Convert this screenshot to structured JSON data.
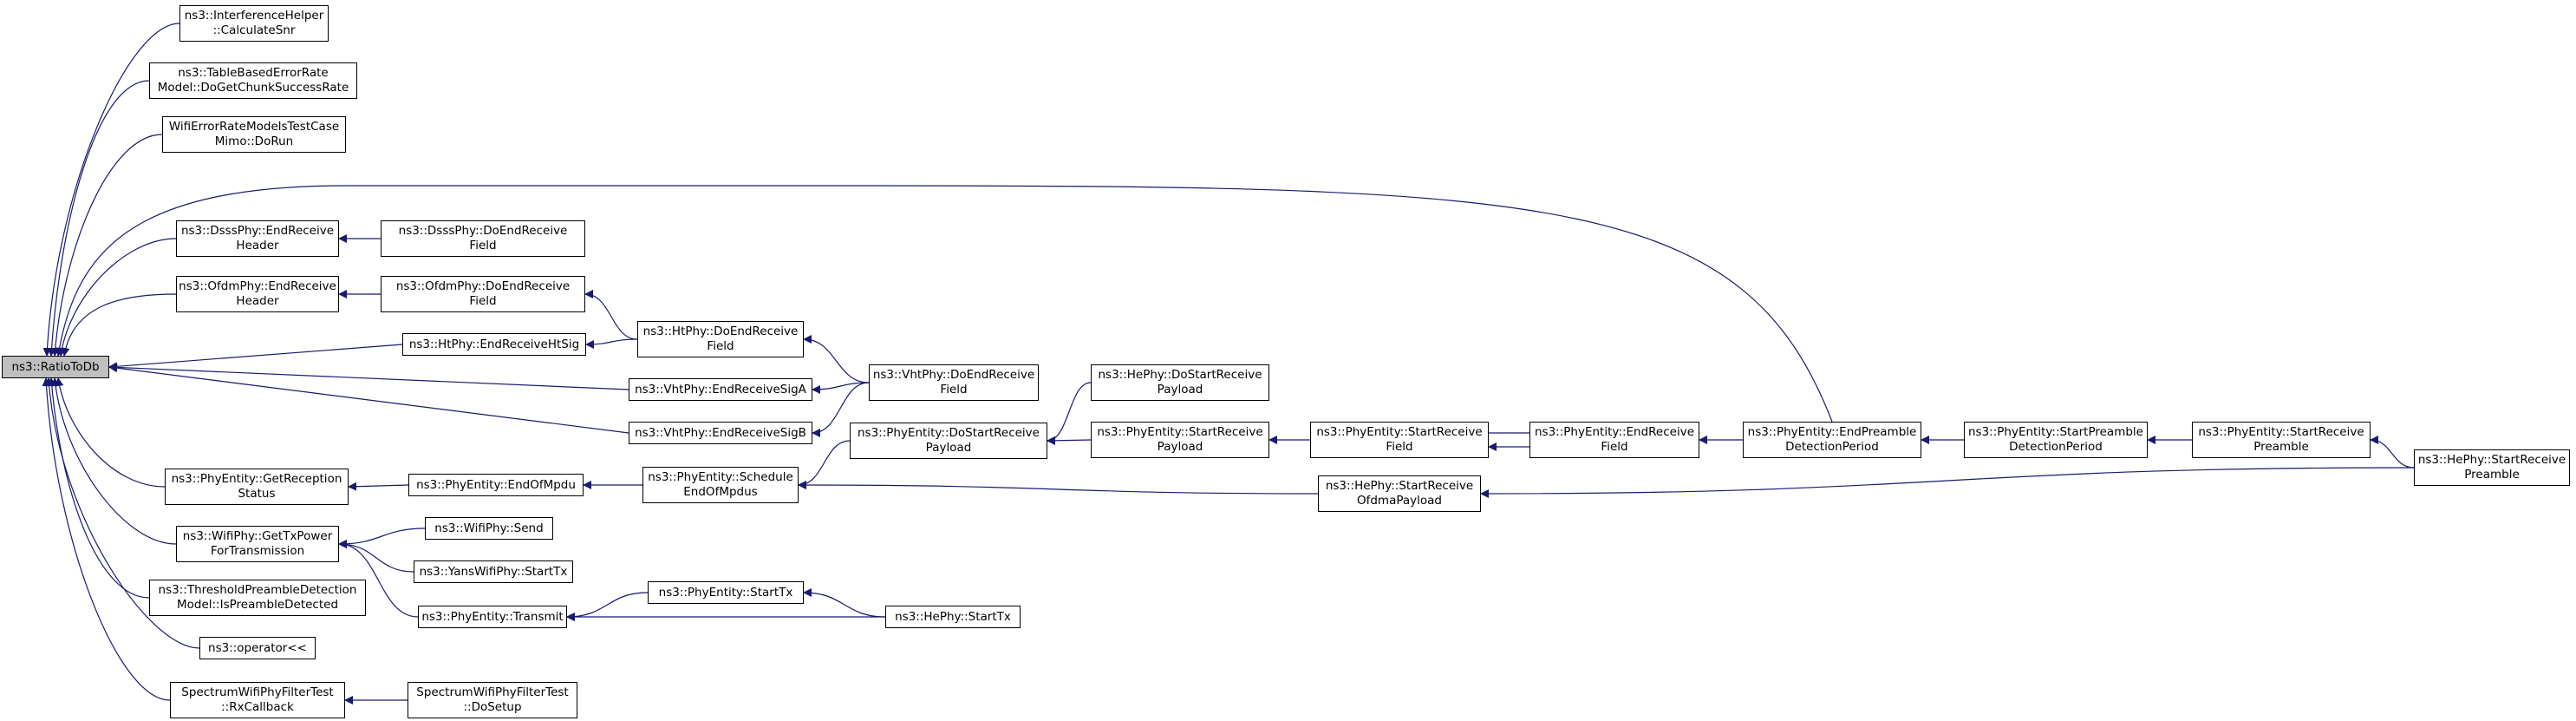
{
  "diagram": {
    "title": "",
    "colors": {
      "edge": "#191970",
      "node_border": "#000000",
      "node_fill": "#ffffff",
      "root_fill": "#bfbfbf"
    },
    "nodes": [
      {
        "id": "ratiotodb",
        "label": "ns3::RatioToDb",
        "root": true
      },
      {
        "id": "calcsnr",
        "label": "ns3::InterferenceHelper\n::CalculateSnr"
      },
      {
        "id": "tablebased",
        "label": "ns3::TableBasedErrorRate\nModel::DoGetChunkSuccessRate"
      },
      {
        "id": "wifitest",
        "label": "WifiErrorRateModelsTestCase\nMimo::DoRun"
      },
      {
        "id": "dsssend",
        "label": "ns3::DsssPhy::EndReceive\nHeader"
      },
      {
        "id": "dsssdoend",
        "label": "ns3::DsssPhy::DoEndReceive\nField"
      },
      {
        "id": "ofdmend",
        "label": "ns3::OfdmPhy::EndReceive\nHeader"
      },
      {
        "id": "ofdmdoend",
        "label": "ns3::OfdmPhy::DoEndReceive\nField"
      },
      {
        "id": "htsig",
        "label": "ns3::HtPhy::EndReceiveHtSig"
      },
      {
        "id": "htdoend",
        "label": "ns3::HtPhy::DoEndReceive\nField"
      },
      {
        "id": "vhtsiga",
        "label": "ns3::VhtPhy::EndReceiveSigA"
      },
      {
        "id": "vhtsigb",
        "label": "ns3::VhtPhy::EndReceiveSigB"
      },
      {
        "id": "vhtdoend",
        "label": "ns3::VhtPhy::DoEndReceive\nField"
      },
      {
        "id": "getreception",
        "label": "ns3::PhyEntity::GetReception\nStatus"
      },
      {
        "id": "endofmpdu",
        "label": "ns3::PhyEntity::EndOfMpdu"
      },
      {
        "id": "schedule",
        "label": "ns3::PhyEntity::Schedule\nEndOfMpdus"
      },
      {
        "id": "dostartpayload",
        "label": "ns3::PhyEntity::DoStartReceive\nPayload"
      },
      {
        "id": "hedostart",
        "label": "ns3::HePhy::DoStartReceive\nPayload"
      },
      {
        "id": "startpayload",
        "label": "ns3::PhyEntity::StartReceive\nPayload"
      },
      {
        "id": "startfield",
        "label": "ns3::PhyEntity::StartReceive\nField"
      },
      {
        "id": "endfield",
        "label": "ns3::PhyEntity::EndReceive\nField"
      },
      {
        "id": "endpreamble",
        "label": "ns3::PhyEntity::EndPreamble\nDetectionPeriod"
      },
      {
        "id": "startpreambledet",
        "label": "ns3::PhyEntity::StartPreamble\nDetectionPeriod"
      },
      {
        "id": "startpreamble",
        "label": "ns3::PhyEntity::StartReceive\nPreamble"
      },
      {
        "id": "hestartpreamble",
        "label": "ns3::HePhy::StartReceive\nPreamble"
      },
      {
        "id": "heofdma",
        "label": "ns3::HePhy::StartReceive\nOfdmaPayload"
      },
      {
        "id": "gettxpower",
        "label": "ns3::WifiPhy::GetTxPower\nForTransmission"
      },
      {
        "id": "wifisend",
        "label": "ns3::WifiPhy::Send"
      },
      {
        "id": "yansstart",
        "label": "ns3::YansWifiPhy::StartTx"
      },
      {
        "id": "threshold",
        "label": "ns3::ThresholdPreambleDetection\nModel::IsPreambleDetected"
      },
      {
        "id": "transmit",
        "label": "ns3::PhyEntity::Transmit"
      },
      {
        "id": "phystarttx",
        "label": "ns3::PhyEntity::StartTx"
      },
      {
        "id": "hestarttx",
        "label": "ns3::HePhy::StartTx"
      },
      {
        "id": "operator",
        "label": "ns3::operator<<"
      },
      {
        "id": "rxcallback",
        "label": "SpectrumWifiPhyFilterTest\n::RxCallback"
      },
      {
        "id": "dosetup",
        "label": "SpectrumWifiPhyFilterTest\n::DoSetup"
      }
    ],
    "edges": [
      {
        "from": "calcsnr",
        "to": "ratiotodb"
      },
      {
        "from": "tablebased",
        "to": "ratiotodb"
      },
      {
        "from": "wifitest",
        "to": "ratiotodb"
      },
      {
        "from": "endpreamble",
        "to": "ratiotodb"
      },
      {
        "from": "dsssend",
        "to": "ratiotodb"
      },
      {
        "from": "ofdmend",
        "to": "ratiotodb"
      },
      {
        "from": "htsig",
        "to": "ratiotodb"
      },
      {
        "from": "vhtsiga",
        "to": "ratiotodb"
      },
      {
        "from": "vhtsigb",
        "to": "ratiotodb"
      },
      {
        "from": "getreception",
        "to": "ratiotodb"
      },
      {
        "from": "gettxpower",
        "to": "ratiotodb"
      },
      {
        "from": "threshold",
        "to": "ratiotodb"
      },
      {
        "from": "operator",
        "to": "ratiotodb"
      },
      {
        "from": "rxcallback",
        "to": "ratiotodb"
      },
      {
        "from": "dsssdoend",
        "to": "dsssend"
      },
      {
        "from": "ofdmdoend",
        "to": "ofdmend"
      },
      {
        "from": "htdoend",
        "to": "ofdmdoend"
      },
      {
        "from": "htdoend",
        "to": "htsig"
      },
      {
        "from": "vhtdoend",
        "to": "htdoend"
      },
      {
        "from": "vhtdoend",
        "to": "vhtsiga"
      },
      {
        "from": "vhtdoend",
        "to": "vhtsigb"
      },
      {
        "from": "endofmpdu",
        "to": "getreception"
      },
      {
        "from": "schedule",
        "to": "endofmpdu"
      },
      {
        "from": "dostartpayload",
        "to": "schedule"
      },
      {
        "from": "heofdma",
        "to": "schedule"
      },
      {
        "from": "hedostart",
        "to": "dostartpayload"
      },
      {
        "from": "startpayload",
        "to": "dostartpayload"
      },
      {
        "from": "startfield",
        "to": "startpayload"
      },
      {
        "from": "endfield",
        "to": "startfield"
      },
      {
        "from": "startfield",
        "to": "endfield"
      },
      {
        "from": "endpreamble",
        "to": "endfield"
      },
      {
        "from": "startpreambledet",
        "to": "endpreamble"
      },
      {
        "from": "startpreamble",
        "to": "startpreambledet"
      },
      {
        "from": "hestartpreamble",
        "to": "startpreamble"
      },
      {
        "from": "hestartpreamble",
        "to": "heofdma"
      },
      {
        "from": "wifisend",
        "to": "gettxpower"
      },
      {
        "from": "yansstart",
        "to": "gettxpower"
      },
      {
        "from": "transmit",
        "to": "gettxpower"
      },
      {
        "from": "phystarttx",
        "to": "transmit"
      },
      {
        "from": "hestarttx",
        "to": "transmit"
      },
      {
        "from": "hestarttx",
        "to": "phystarttx"
      },
      {
        "from": "dosetup",
        "to": "rxcallback"
      }
    ]
  }
}
